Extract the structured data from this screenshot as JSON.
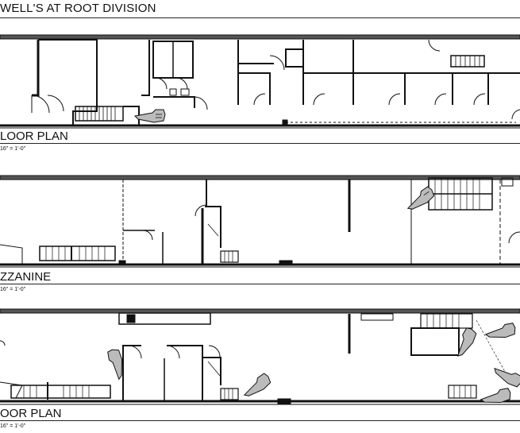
{
  "sheet": {
    "title": "WELL'S AT ROOT DIVISION"
  },
  "plans": [
    {
      "label": "LOOR PLAN",
      "scale": "16\" = 1'-0\""
    },
    {
      "label": "ZZANINE",
      "scale": "16\" = 1'-0\""
    },
    {
      "label": "OOR PLAN",
      "scale": "16\" = 1'-0\""
    }
  ]
}
